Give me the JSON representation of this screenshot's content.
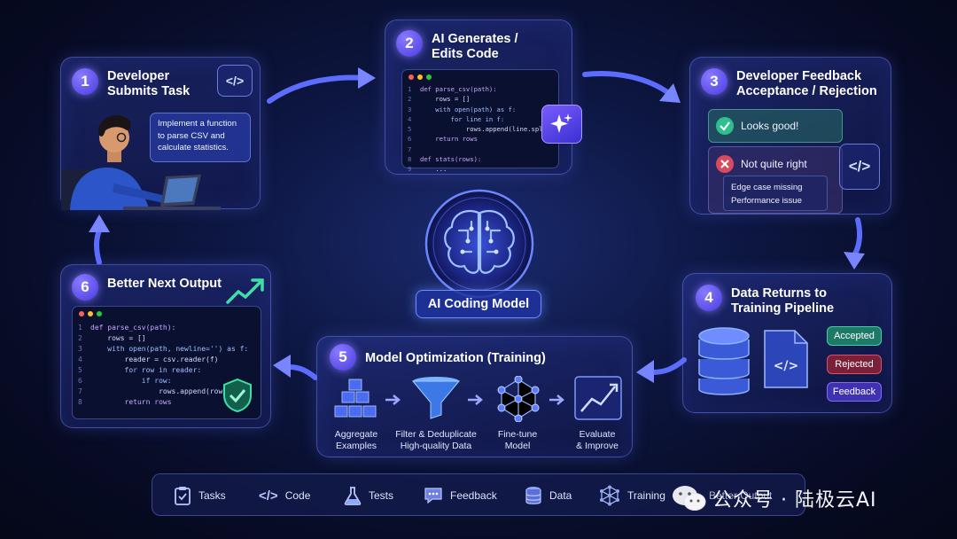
{
  "center_label": "AI Coding Model",
  "steps": {
    "s1": {
      "num": "1",
      "title": [
        "Developer",
        "Submits Task"
      ],
      "bubble": [
        "Implement a function",
        "to parse CSV and",
        "calculate statistics."
      ]
    },
    "s2": {
      "num": "2",
      "title": [
        "AI Generates /",
        "Edits Code"
      ],
      "code": [
        "def parse_csv(path):",
        "    rows = []",
        "    with open(path) as f:",
        "        for line in f:",
        "            rows.append(line.split(','))",
        "    return rows",
        "",
        "def stats(rows):",
        "    ..."
      ]
    },
    "s3": {
      "num": "3",
      "title": [
        "Developer Feedback",
        "Acceptance / Rejection"
      ],
      "good": "Looks good!",
      "bad": "Not quite right",
      "issues": [
        "Edge case missing",
        "Performance issue"
      ]
    },
    "s4": {
      "num": "4",
      "title": [
        "Data Returns to",
        "Training Pipeline"
      ],
      "tags": [
        "Accepted",
        "Rejected",
        "Feedback"
      ]
    },
    "s5": {
      "num": "5",
      "title": "Model Optimization (Training)",
      "stages": [
        [
          "Aggregate",
          "Examples"
        ],
        [
          "Filter & Deduplicate",
          "High-quality Data"
        ],
        [
          "Fine-tune",
          "Model"
        ],
        [
          "Evaluate",
          "& Improve"
        ]
      ]
    },
    "s6": {
      "num": "6",
      "title": "Better Next Output",
      "code": [
        "def parse_csv(path):",
        "    rows = []",
        "    with open(path, newline='') as f:",
        "        reader = csv.reader(f)",
        "        for row in reader:",
        "            if row:",
        "                rows.append(row)",
        "        return rows"
      ]
    }
  },
  "toolbar": [
    "Tasks",
    "Code",
    "Tests",
    "Feedback",
    "Data",
    "Training",
    "Better Output"
  ],
  "watermark": "公众号 · 陆极云AI",
  "icon_names": {
    "code": "code-brackets-icon",
    "sparkle": "sparkle-icon",
    "check": "check-icon",
    "x": "x-icon",
    "brain": "brain-icon",
    "shield": "shield-check-icon",
    "trend": "trend-up-icon"
  },
  "colors": {
    "accent": "#6c5cff",
    "accepted": "#2fbf8f",
    "rejected": "#c8405a",
    "feedback": "#5a4bd8"
  }
}
